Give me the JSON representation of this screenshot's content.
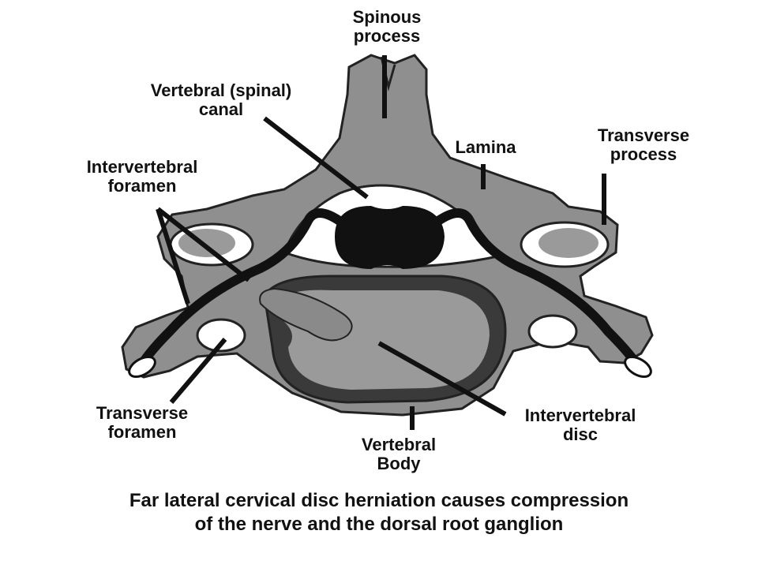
{
  "labels": {
    "spinous_process": [
      "Spinous",
      "process"
    ],
    "vertebral_canal": [
      "Vertebral (spinal)",
      "canal"
    ],
    "lamina": "Lamina",
    "transverse_process": [
      "Transverse",
      "process"
    ],
    "intervertebral_foramen": [
      "Intervertebral",
      "foramen"
    ],
    "transverse_foramen": [
      "Transverse",
      "foramen"
    ],
    "vertebral_body": [
      "Vertebral",
      "Body"
    ],
    "intervertebral_disc": [
      "Intervertebral",
      "disc"
    ]
  },
  "caption": [
    "Far lateral cervical disc herniation causes compression",
    "of the nerve and the dorsal root ganglion"
  ],
  "colors": {
    "bone": "#8f8f8f",
    "outline": "#222222",
    "cord": "#111111",
    "disc_outer": "#3a3a3a",
    "disc_inner": "#9a9a9a",
    "foramen_fill": "#ffffff",
    "text": "#111111"
  }
}
